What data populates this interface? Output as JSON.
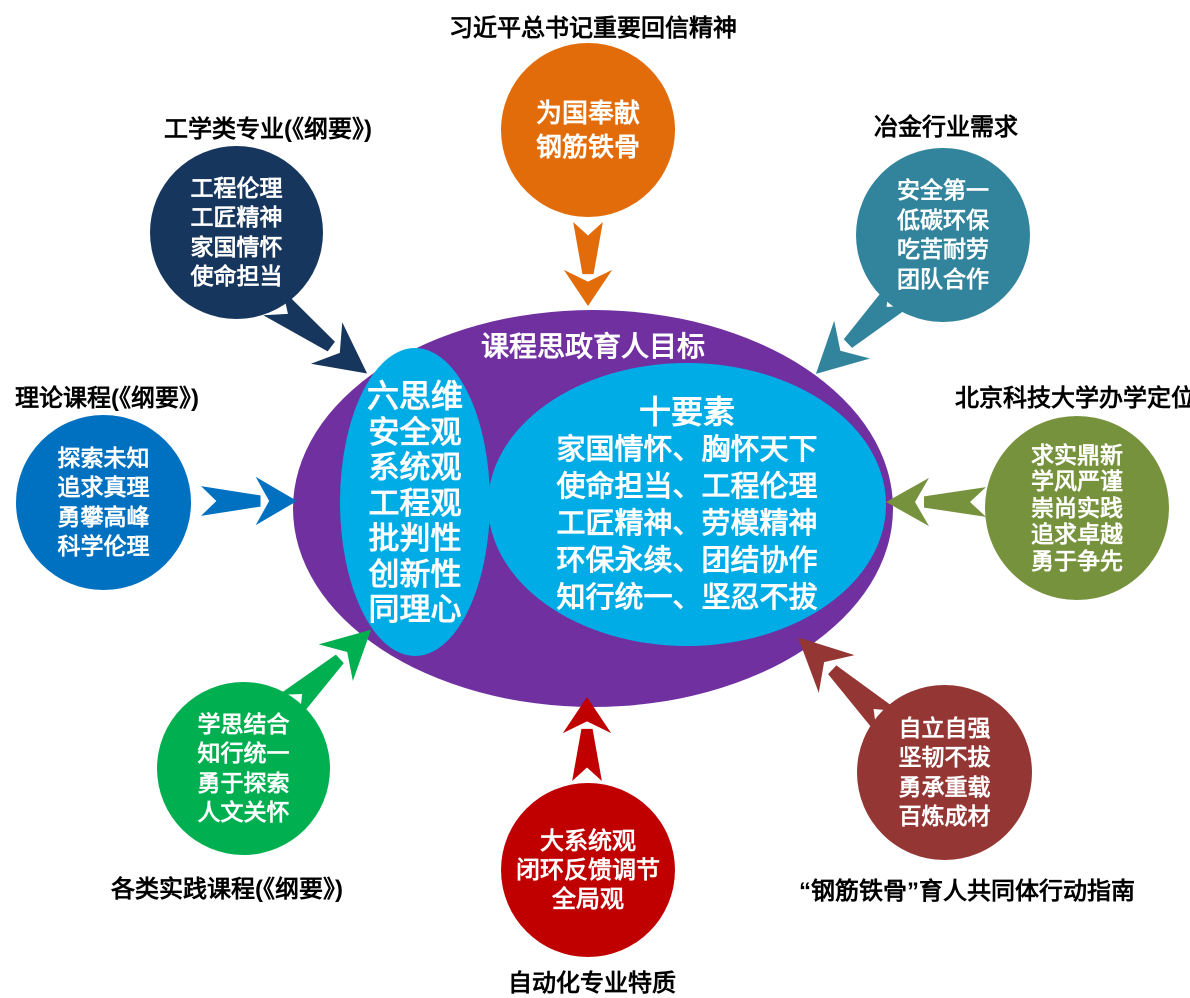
{
  "center": {
    "title": "课程思政育人目标",
    "ellipse_color": "#7030A0",
    "inner_color": "#00ACE6",
    "six_thinking": {
      "title": "六思维",
      "items": [
        "安全观",
        "系统观",
        "工程观",
        "批判性",
        "创新性",
        "同理心"
      ]
    },
    "ten_elements": {
      "title": "十要素",
      "lines": [
        "家国情怀、胸怀天下",
        "使命担当、工程伦理",
        "工匠精神、劳模精神",
        "环保永续、团结协作",
        "知行统一、坚忍不拔"
      ]
    }
  },
  "satellites": [
    {
      "id": "top",
      "label": "习近平总书记重要回信精神",
      "lines": [
        "为国奉献",
        "钢筋铁骨"
      ],
      "color": "#E36C0A"
    },
    {
      "id": "top-left",
      "label": "工学类专业(《纲要》)",
      "lines": [
        "工程伦理",
        "工匠精神",
        "家国情怀",
        "使命担当"
      ],
      "color": "#17365D"
    },
    {
      "id": "top-right",
      "label": "冶金行业需求",
      "lines": [
        "安全第一",
        "低碳环保",
        "吃苦耐劳",
        "团队合作"
      ],
      "color": "#31849B"
    },
    {
      "id": "left",
      "label": "理论课程(《纲要》)",
      "lines": [
        "探索未知",
        "追求真理",
        "勇攀高峰",
        "科学伦理"
      ],
      "color": "#0070C0"
    },
    {
      "id": "right",
      "label": "北京科技大学办学定位",
      "lines": [
        "求实鼎新",
        "学风严谨",
        "崇尚实践",
        "追求卓越",
        "勇于争先"
      ],
      "color": "#76923C"
    },
    {
      "id": "bottom-left",
      "label": "各类实践课程(《纲要》)",
      "lines": [
        "学思结合",
        "知行统一",
        "勇于探索",
        "人文关怀"
      ],
      "color": "#00B050"
    },
    {
      "id": "bottom",
      "label": "自动化专业特质",
      "lines": [
        "大系统观",
        "闭环反馈调节",
        "全局观"
      ],
      "color": "#C00000"
    },
    {
      "id": "bottom-right",
      "label": "“钢筋铁骨”育人共同体行动指南",
      "lines": [
        "自立自强",
        "坚韧不拔",
        "勇承重载",
        "百炼成材"
      ],
      "color": "#943634"
    }
  ]
}
